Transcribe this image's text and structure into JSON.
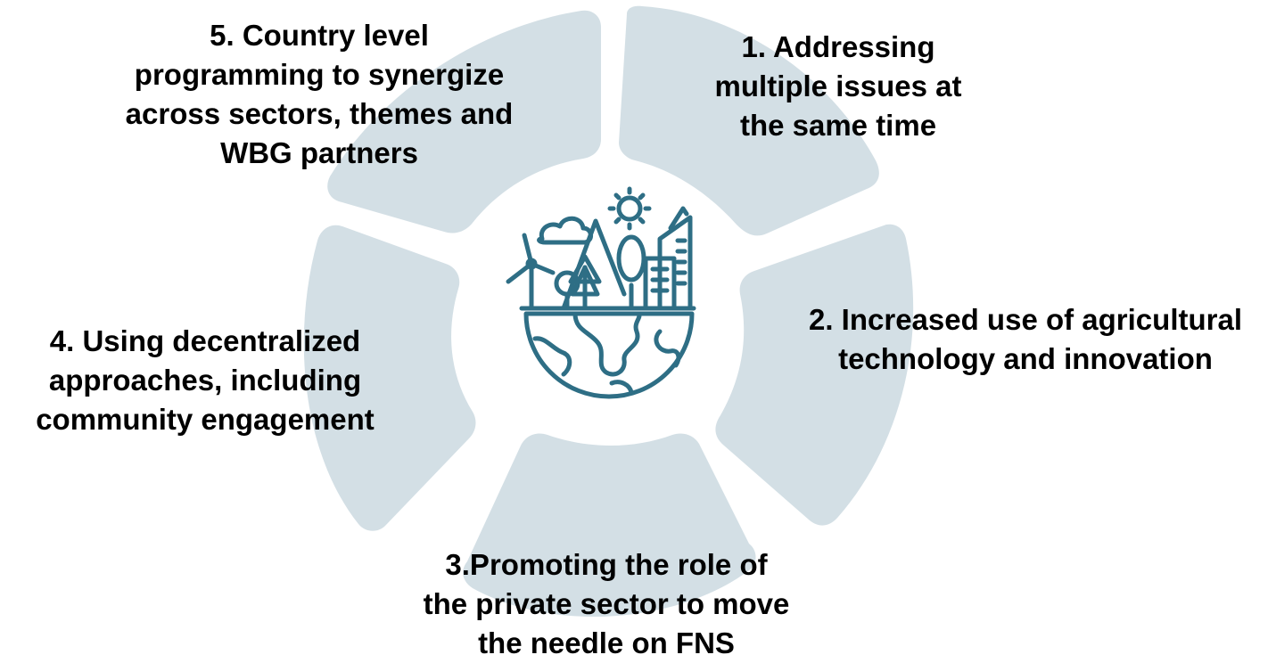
{
  "diagram": {
    "segments": [
      {
        "id": 1,
        "lines": [
          "1. Addressing",
          "multiple issues at",
          "the same time"
        ]
      },
      {
        "id": 2,
        "lines": [
          "2. Increased use of agricultural",
          "technology and innovation"
        ]
      },
      {
        "id": 3,
        "lines": [
          "3.Promoting the role of",
          "the private sector to move",
          "the needle on FNS"
        ]
      },
      {
        "id": 4,
        "lines": [
          "4. Using decentralized",
          "approaches, including",
          "community engagement"
        ]
      },
      {
        "id": 5,
        "lines": [
          "5. Country level",
          "programming to synergize",
          "across sectors, themes and",
          "WBG partners"
        ]
      }
    ],
    "center_icon": "sustainable-earth-city-icon",
    "colors": {
      "segment_fill": "#d3dfe5",
      "icon_stroke": "#2e6e85",
      "text": "#000000",
      "background": "#ffffff"
    }
  }
}
